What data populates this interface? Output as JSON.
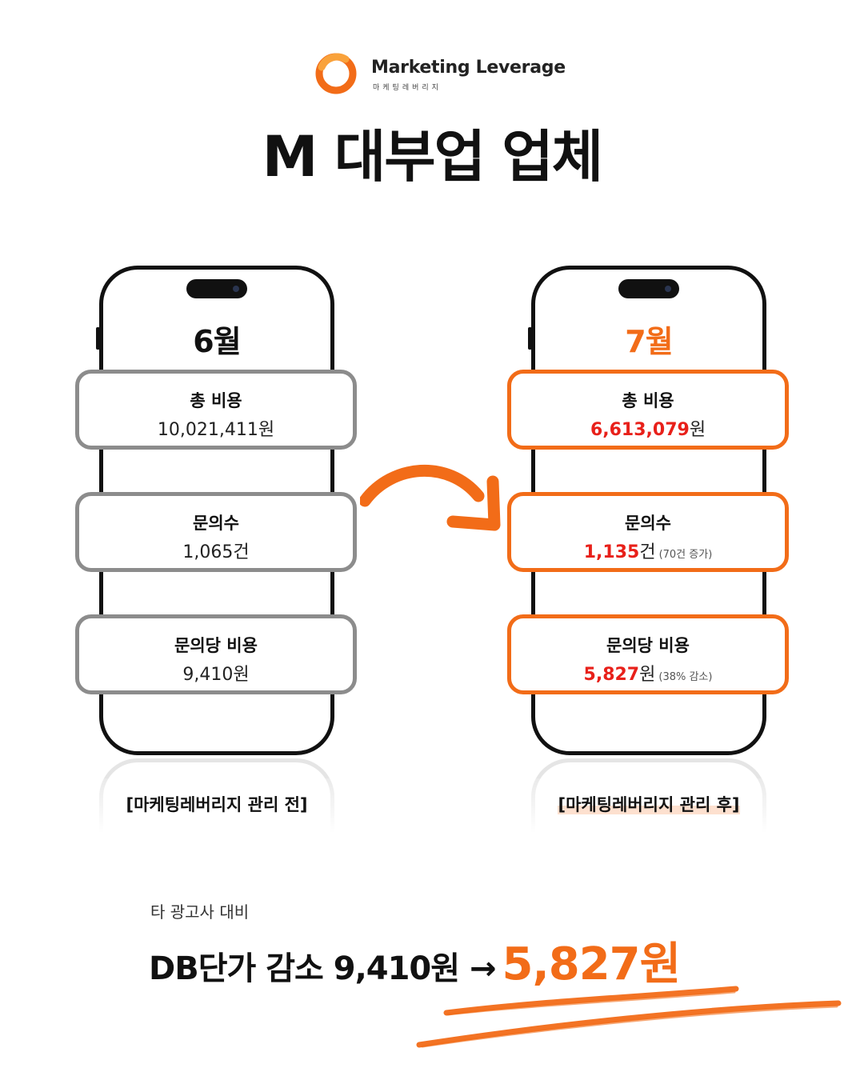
{
  "brand": {
    "name": "Marketing Leverage",
    "subtitle": "마케팅레버리지",
    "accent": "#f26c18"
  },
  "title": "M 대부업 업체",
  "before": {
    "month": "6월",
    "cards": [
      {
        "label": "총 비용",
        "value": "10,021,411원"
      },
      {
        "label": "문의수",
        "value": "1,065건"
      },
      {
        "label": "문의당 비용",
        "value": "9,410원"
      }
    ],
    "caption": "[마케팅레버리지 관리 전]"
  },
  "after": {
    "month": "7월",
    "cards": [
      {
        "label": "총 비용",
        "number": "6,613,079",
        "unit": "원",
        "note": ""
      },
      {
        "label": "문의수",
        "number": "1,135",
        "unit": "건",
        "note": "(70건 증가)"
      },
      {
        "label": "문의당 비용",
        "number": "5,827",
        "unit": "원",
        "note": "(38% 감소)"
      }
    ],
    "caption": "[마케팅레버리지 관리 후]"
  },
  "summary": {
    "sub": "타 광고사 대비",
    "headline": "DB단가 감소 9,410원 →",
    "highlight": "5,827원"
  },
  "colors": {
    "orange": "#f26c18",
    "red": "#e8201a",
    "gray_border": "#8c8c8c"
  }
}
